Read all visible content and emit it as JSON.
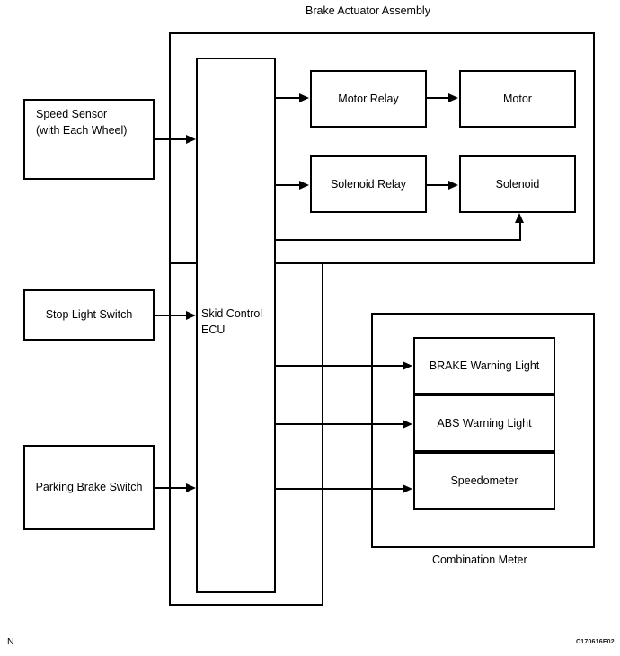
{
  "figure": {
    "title": "Brake Actuator Assembly",
    "combination_meter_caption": "Combination Meter",
    "corner_mark": "N",
    "figure_code": "C170616E02"
  },
  "inputs": [
    {
      "id": "speed-sensor",
      "label": "Speed Sensor\n(with Each Wheel)"
    },
    {
      "id": "stop-light-switch",
      "label": "Stop Light Switch"
    },
    {
      "id": "parking-brake-switch",
      "label": "Parking Brake Switch"
    }
  ],
  "ecu": {
    "label": "Skid Control\nECU"
  },
  "actuator": {
    "blocks": [
      {
        "id": "motor-relay",
        "label": "Motor Relay"
      },
      {
        "id": "motor",
        "label": "Motor"
      },
      {
        "id": "solenoid-relay",
        "label": "Solenoid Relay"
      },
      {
        "id": "solenoid",
        "label": "Solenoid"
      }
    ]
  },
  "meter": {
    "cells": [
      {
        "id": "brake-warning-light",
        "label": "BRAKE Warning Light"
      },
      {
        "id": "abs-warning-light",
        "label": "ABS Warning Light"
      },
      {
        "id": "speedometer",
        "label": "Speedometer"
      }
    ]
  }
}
